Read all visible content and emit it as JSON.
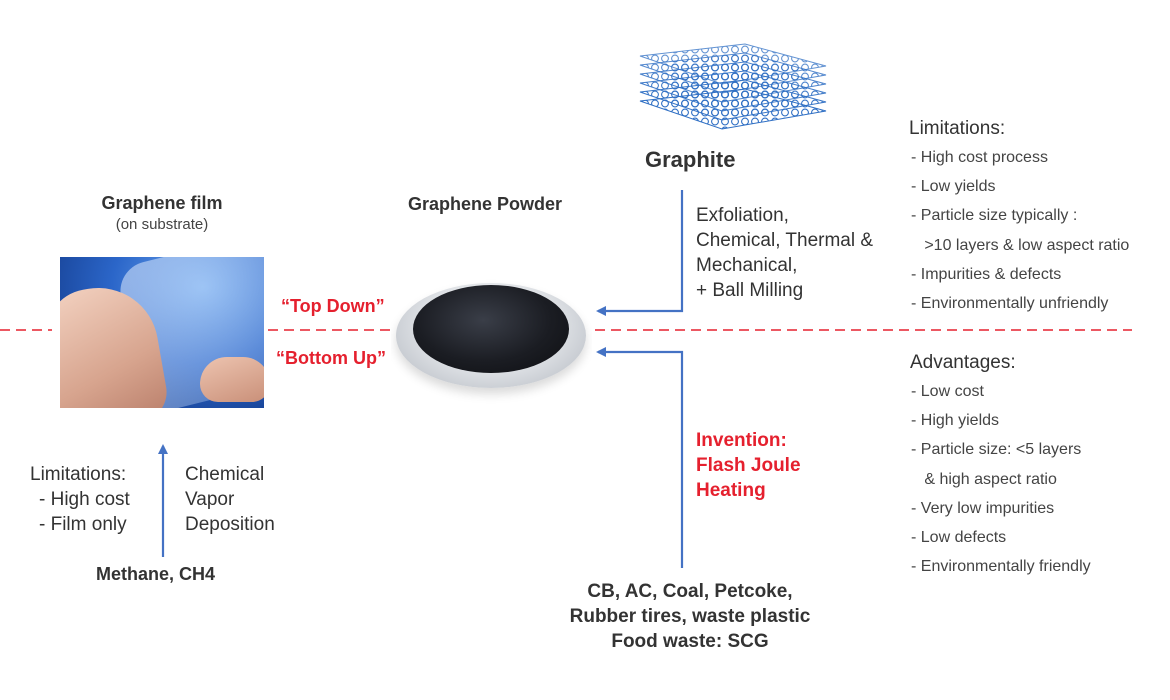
{
  "graphite": {
    "title": "Graphite"
  },
  "graphene_film": {
    "title": "Graphene film",
    "subtitle": "(on substrate)"
  },
  "graphene_powder": {
    "title": "Graphene Powder"
  },
  "top_down": {
    "label": "“Top Down”",
    "process": [
      "Exfoliation,",
      "Chemical, Thermal &",
      "Mechanical,",
      "+ Ball Milling"
    ]
  },
  "bottom_up": {
    "label": "“Bottom Up”",
    "invention": [
      "Invention:",
      "Flash Joule",
      "Heating"
    ],
    "feedstock": [
      "CB, AC, Coal, Petcoke,",
      "Rubber tires, waste plastic",
      "Food waste: SCG"
    ]
  },
  "cvd": {
    "process": [
      "Chemical",
      "Vapor",
      "Deposition"
    ],
    "limitations": [
      "Limitations:",
      "- High cost",
      "- Film only"
    ],
    "source": "Methane, CH4"
  },
  "limitations_panel": {
    "title": "Limitations:",
    "items": [
      "-  High cost process",
      "-  Low yields",
      "-  Particle size typically :",
      "   >10 layers & low aspect ratio",
      "-  Impurities & defects",
      "-  Environmentally  unfriendly"
    ]
  },
  "advantages_panel": {
    "title": "Advantages:",
    "items": [
      "-  Low cost",
      "-  High yields",
      "-  Particle size: <5 layers",
      "   & high aspect ratio",
      "-  Very low impurities",
      "-  Low defects",
      "-  Environmentally  friendly"
    ]
  },
  "colors": {
    "arrow": "#4472c4",
    "accent_red": "#e5202e",
    "text": "#333333"
  }
}
